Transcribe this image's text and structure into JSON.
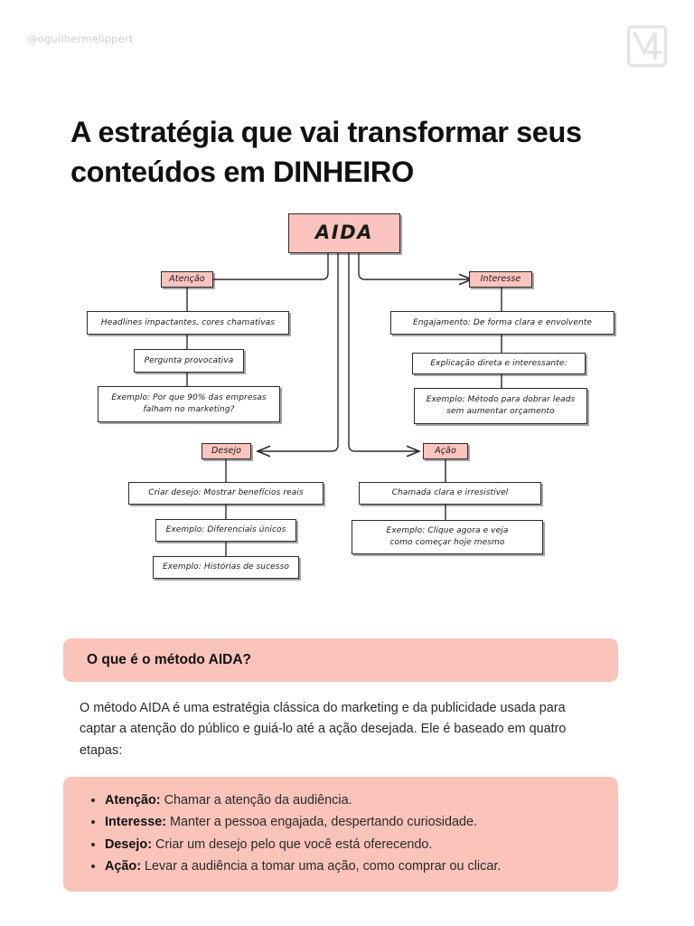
{
  "header": {
    "handle": "@oguilhermelippert",
    "logo_name": "v4-logo"
  },
  "title": "A estratégia que vai transformar seus conteúdos em DINHEIRO",
  "colors": {
    "pink_node": "#fbc4be",
    "pink_panel": "#fbc4ba",
    "ink": "#2b2b2b",
    "logo_gray": "#e4e4e4"
  },
  "diagram": {
    "root": {
      "label": "AIDA"
    },
    "stages": [
      {
        "id": "atencao",
        "label": "Atenção"
      },
      {
        "id": "interesse",
        "label": "Interesse"
      },
      {
        "id": "desejo",
        "label": "Desejo"
      },
      {
        "id": "acao",
        "label": "Ação"
      }
    ],
    "atencao_items": [
      "Headlines impactantes, cores chamativas",
      "Pergunta provocativa",
      "Exemplo: Por que 90% das empresas\nfalham no marketing?"
    ],
    "interesse_items": [
      "Engajamento: De forma clara e envolvente",
      "Explicação direta e interessante:",
      "Exemplo: Método para dobrar leads\nsem aumentar orçamento"
    ],
    "desejo_items": [
      "Criar desejo: Mostrar benefícios reais",
      "Exemplo: Diferenciais únicos",
      "Exemplo: Histórias de sucesso"
    ],
    "acao_items": [
      "Chamada clara e irresistível",
      "Exemplo: Clique agora e veja\ncomo começar hoje mesmo"
    ]
  },
  "article": {
    "callout": "O que é o método AIDA?",
    "paragraph": "O método AIDA é uma estratégia clássica do marketing e da publicidade usada para captar a atenção do público e guiá-lo até a ação desejada. Ele é baseado em quatro etapas:",
    "bullets": [
      {
        "term": "Atenção:",
        "text": " Chamar a atenção da audiência."
      },
      {
        "term": "Interesse:",
        "text": " Manter a pessoa engajada, despertando curiosidade."
      },
      {
        "term": "Desejo:",
        "text": " Criar um desejo pelo que você está oferecendo."
      },
      {
        "term": "Ação:",
        "text": " Levar a audiência a tomar uma ação, como comprar ou clicar."
      }
    ]
  }
}
